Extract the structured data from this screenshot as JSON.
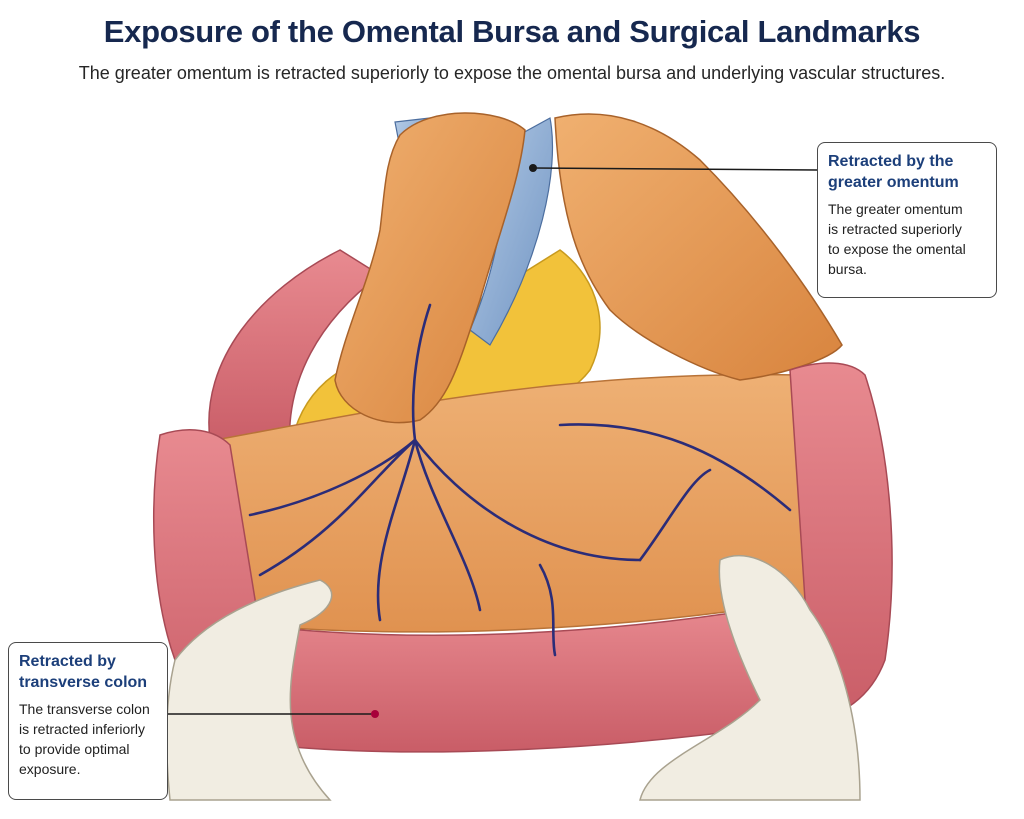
{
  "header": {
    "title": "Exposure of the Omental Bursa and Surgical Landmarks",
    "subtitle": "The greater omentum is retracted superiorly to expose the omental bursa and underlying vascular structures."
  },
  "callouts": {
    "omentum": {
      "title_line1": "Retracted by the",
      "title_line2": "greater omentum",
      "text_line1": "The greater omentum",
      "text_line2": "is retracted superiorly",
      "text_line3": "to expose the omental",
      "text_line4": "bursa."
    },
    "colon": {
      "title_line1": "Retracted by",
      "title_line2": "transverse colon",
      "text_line1": "The transverse colon",
      "text_line2": "is retracted inferiorly",
      "text_line3": "to provide optimal",
      "text_line4": "exposure."
    }
  },
  "colors": {
    "title": "#16284f",
    "callout_title": "#1c3f7a",
    "omentum": "#e2974e",
    "mesentery": "#e9a060",
    "colon": "#d9707a",
    "fat": "#f2c23a",
    "bursa": "#8fb0d6",
    "vessels": "#2b2c78",
    "glove": "#f1ede2"
  }
}
